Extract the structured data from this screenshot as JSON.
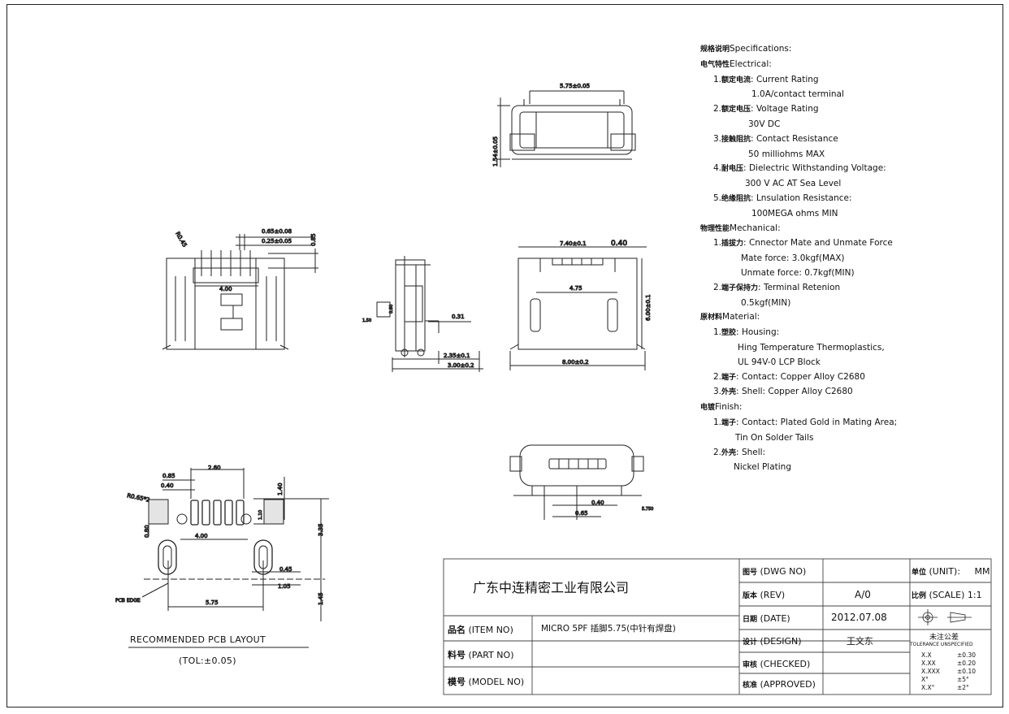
{
  "specs": {
    "title_cn": "规格说明",
    "title_en": "Specifications:",
    "electrical_cn": "电气特性",
    "electrical_en": "Electrical:",
    "items_electrical": [
      {
        "num": "1.",
        "cn": "额定电流",
        "en": "Current Rating",
        "value": "1.0A/contact terminal"
      },
      {
        "num": "2.",
        "cn": "额定电压",
        "en": "Voltage Rating",
        "value": "30V DC"
      },
      {
        "num": "3.",
        "cn": "接触阻抗",
        "en": "Contact Resistance",
        "value": "50 milliohms MAX"
      },
      {
        "num": "4.",
        "cn": "耐电压",
        "en": "Dielectric Withstanding Voltage:",
        "value": "300 V AC AT Sea Level"
      },
      {
        "num": "5.",
        "cn": "绝缘阻抗",
        "en": "Lnsulation Resistance:",
        "value": "100MEGA ohms MIN"
      }
    ],
    "mechanical_cn": "物理性能",
    "mechanical_en": "Mechanical:",
    "mech1": {
      "num": "1.",
      "cn": "插拔力",
      "en": "Cnnector Mate and Unmate Force",
      "v1": "Mate force: 3.0kgf(MAX)",
      "v2": "Unmate force: 0.7kgf(MIN)"
    },
    "mech2": {
      "num": "2.",
      "cn": "端子保持力",
      "en": "Terminal Retenion",
      "v1": "0.5kgf(MIN)"
    },
    "material_cn": "原材料",
    "material_en": "Material:",
    "mat1": {
      "num": "1.",
      "cn": "塑胶",
      "en": "Housing:",
      "v1": "Hing Temperature  Thermoplastics,",
      "v2": "UL 94V-0  LCP Block"
    },
    "mat2": {
      "num": "2.",
      "cn": "端子",
      "en": "Contact: Copper Alloy C2680"
    },
    "mat3": {
      "num": "3.",
      "cn": "外壳",
      "en": "Shell:  Copper Alloy C2680"
    },
    "finish_cn": "电镀",
    "finish_en": "Finish:",
    "fin1": {
      "num": "1.",
      "cn": "端子",
      "en": "Contact:  Plated Gold in Mating Area;",
      "v1": "Tin On Solder Tails"
    },
    "fin2": {
      "num": "2.",
      "cn": "外壳",
      "en": "Shell:",
      "v1": "Nickel Plating"
    }
  },
  "titleblock": {
    "company": "广东中连精密工业有限公司",
    "item_cn": "品名",
    "item_en": "(ITEM NO)",
    "item_value": "MICRO 5PF  插脚5.75(中针有焊盘)",
    "part_cn": "料号",
    "part_en": "(PART NO)",
    "model_cn": "模号",
    "model_en": "(MODEL NO)",
    "dwg_cn": "图号",
    "dwg_en": "(DWG NO)",
    "rev_cn": "版本",
    "rev_en": "(REV)",
    "rev_value": "A/0",
    "date_cn": "日期",
    "date_en": "(DATE)",
    "date_value": "2012.07.08",
    "design_cn": "设计",
    "design_en": "(DESIGN)",
    "design_value": "王文东",
    "checked_cn": "审核",
    "checked_en": "(CHECKED)",
    "approved_cn": "核准",
    "approved_en": "(APPROVED)",
    "unit_cn": "单位",
    "unit_en": "(UNIT):",
    "unit_value": "MM",
    "scale_cn": "比例",
    "scale_en": "(SCALE)",
    "scale_value": "1:1",
    "tol_cn": "未注公差",
    "tol_en": "TOLERANCE UNSPECIFIED",
    "tolerances": [
      {
        "k": "X.X",
        "v": "±0.30"
      },
      {
        "k": "X.XX",
        "v": "±0.20"
      },
      {
        "k": "X.XXX",
        "v": "±0.10"
      },
      {
        "k": "X°",
        "v": "±5°"
      },
      {
        "k": "X.X°",
        "v": "±2°"
      }
    ]
  },
  "pcb": {
    "title": "RECOMMENDED PCB LAYOUT",
    "tol": "(TOL:±0.05)",
    "edge_label": "PCB EDGE"
  },
  "dims": {
    "top_width": "5.75±0.05",
    "top_height": "1.54±0.05",
    "front_a": "0.65±0.08",
    "front_b": "0.25±0.05",
    "front_c": "0.85",
    "front_r": "R0.45",
    "front_w": "4.00",
    "side_a": "0.31",
    "side_b": "2.35±0.1",
    "side_c": "3.00±0.2",
    "side_d": "1.50",
    "side_e": "0.60",
    "plan_w": "7.40±0.1",
    "plan_gap": "0.40",
    "plan_pitch": "4.75",
    "plan_h": "6.00±0.1",
    "plan_total": "8.00±0.2",
    "bot_a": "0.40",
    "bot_b": "0.65",
    "bot_c": "5.750",
    "pcb_085": "0.85",
    "pcb_260": "2.60",
    "pcb_040": "0.40",
    "pcb_r": "R0.65*2",
    "pcb_140": "1.40",
    "pcb_110": "1.10",
    "pcb_080": "0.80",
    "pcb_400": "4.00",
    "pcb_335": "3.35",
    "pcb_045": "0.45",
    "pcb_105": "1.05",
    "pcb_575": "5.75",
    "pcb_145": "1.45"
  }
}
